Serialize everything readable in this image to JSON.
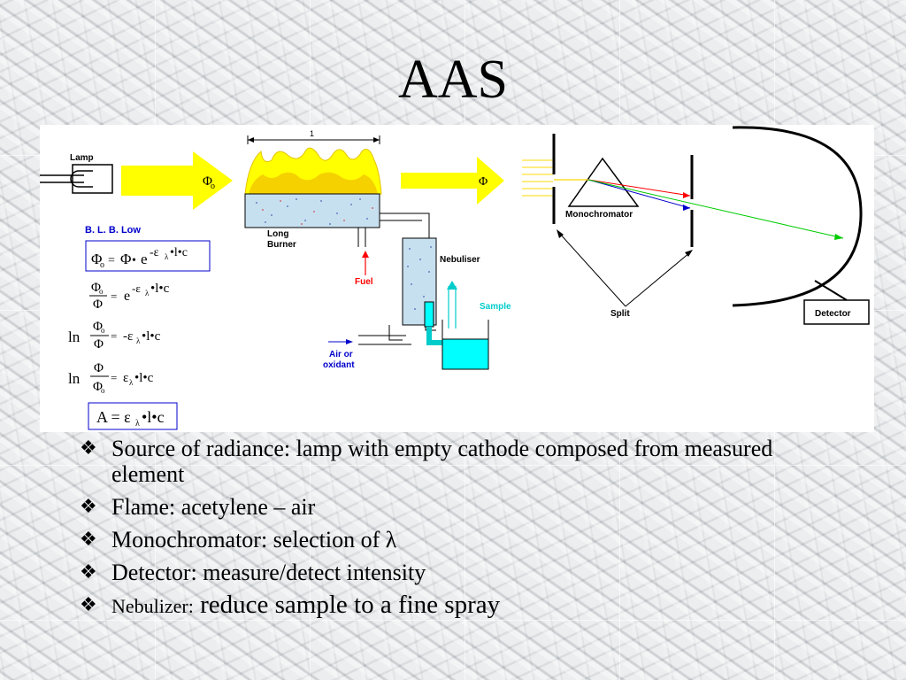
{
  "slide": {
    "title": "AAS"
  },
  "diagram": {
    "lamp_label": "Lamp",
    "phi0_symbol": "Φ",
    "phi0_sub": "o",
    "phi_symbol": "Φ",
    "width_marker": "1",
    "long_burner_line1": "Long",
    "long_burner_line2": "Burner",
    "fuel_label": "Fuel",
    "nebuliser_label": "Nebuliser",
    "sample_label": "Sample",
    "air_line1": "Air or",
    "air_line2": "oxidant",
    "monochromator_label": "Monochromator",
    "split_label": "Split",
    "detector_label": "Detector",
    "blb_law": "B. L. B. Low",
    "eq_final": "A = ε",
    "eq_final_tail": "•l•c",
    "eps_sub": "λ"
  },
  "bullets": [
    {
      "text": "Source of radiance: lamp with empty cathode composed from measured element"
    },
    {
      "text": "Flame: acetylene – air"
    },
    {
      "text": "Monochromator: selection of λ"
    },
    {
      "text": "Detector: measure/detect intensity"
    },
    {
      "text_small": "Nebulizer:",
      "text_large": " reduce sample to a fine spray"
    }
  ],
  "bullet_icon": "four-diamond-bullet-icon",
  "colors": {
    "flame_yellow": "#ffff00",
    "sample_cyan": "#00ffff",
    "label_blue": "#0000cc",
    "fuel_red": "#ff0000",
    "beam_green": "#00cc00"
  }
}
